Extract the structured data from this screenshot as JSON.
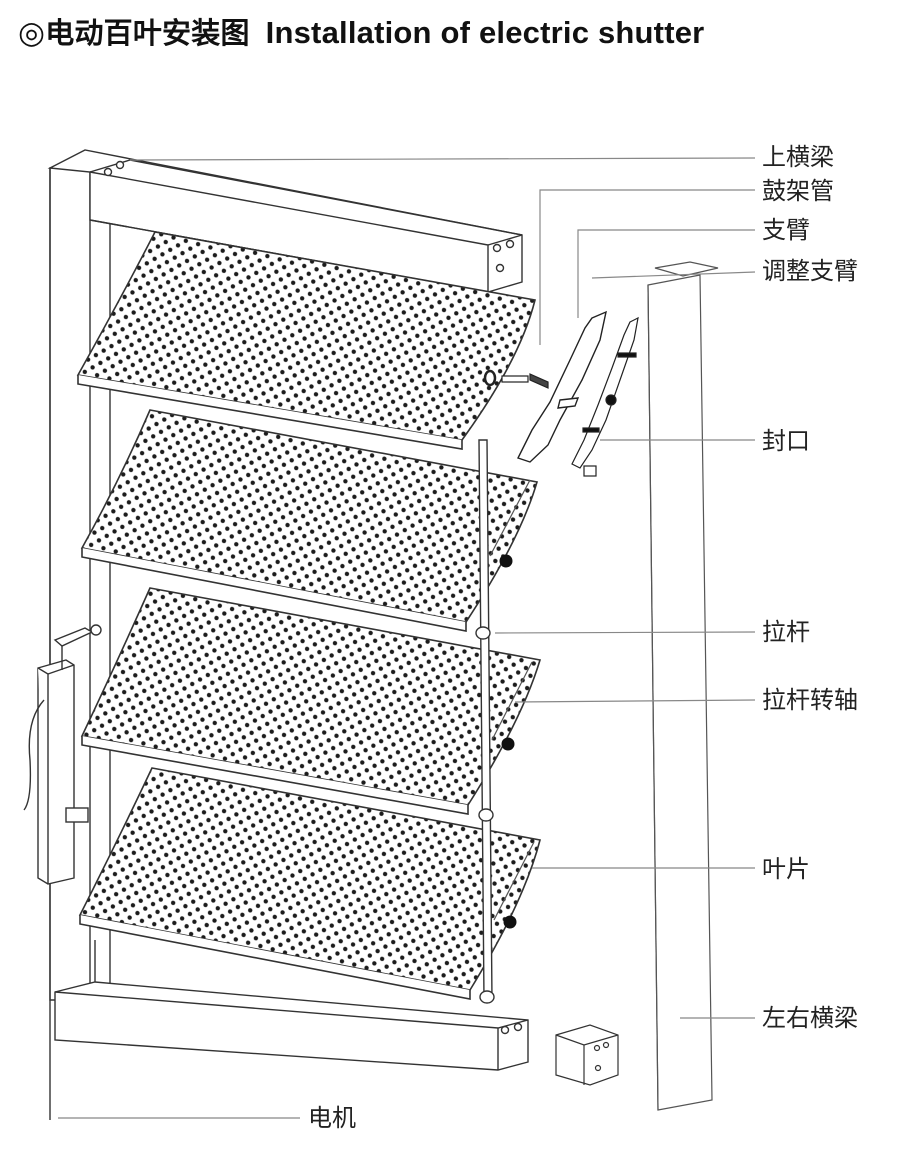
{
  "title": {
    "symbol": "◎",
    "chinese": "电动百叶安装图",
    "english": "Installation of electric shutter"
  },
  "labels": {
    "top_beam": "上横梁",
    "drum_tube": "鼓架管",
    "support_arm": "支臂",
    "adjust_arm": "调整支臂",
    "seal_cap": "封口",
    "pull_rod": "拉杆",
    "pull_rod_pivot": "拉杆转轴",
    "blade": "叶片",
    "side_beam": "左右横梁",
    "motor": "电机"
  },
  "blade_count": 4
}
